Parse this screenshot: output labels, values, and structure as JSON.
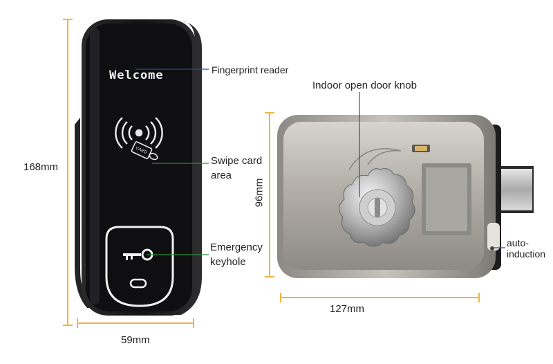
{
  "dimensions": {
    "height_left": "168mm",
    "width_left": "59mm",
    "height_right": "96mm",
    "width_right": "127mm"
  },
  "device_text": {
    "welcome": "Welcome",
    "card_text": "CARD"
  },
  "callouts": {
    "fingerprint": "Fingerprint reader",
    "swipe_line1": "Swipe card",
    "swipe_line2": "area",
    "emergency_line1": "Emergency",
    "emergency_line2": "keyhole",
    "knob": "Indoor open door knob",
    "induction_line1": "auto-",
    "induction_line2": "induction"
  },
  "colors": {
    "dimension_line": "#f0b43c",
    "leader_blue": "#2d4f8e",
    "leader_green": "#2f8a3a",
    "device_body": "#1a1a1c",
    "steel": "#b8b4ad"
  }
}
